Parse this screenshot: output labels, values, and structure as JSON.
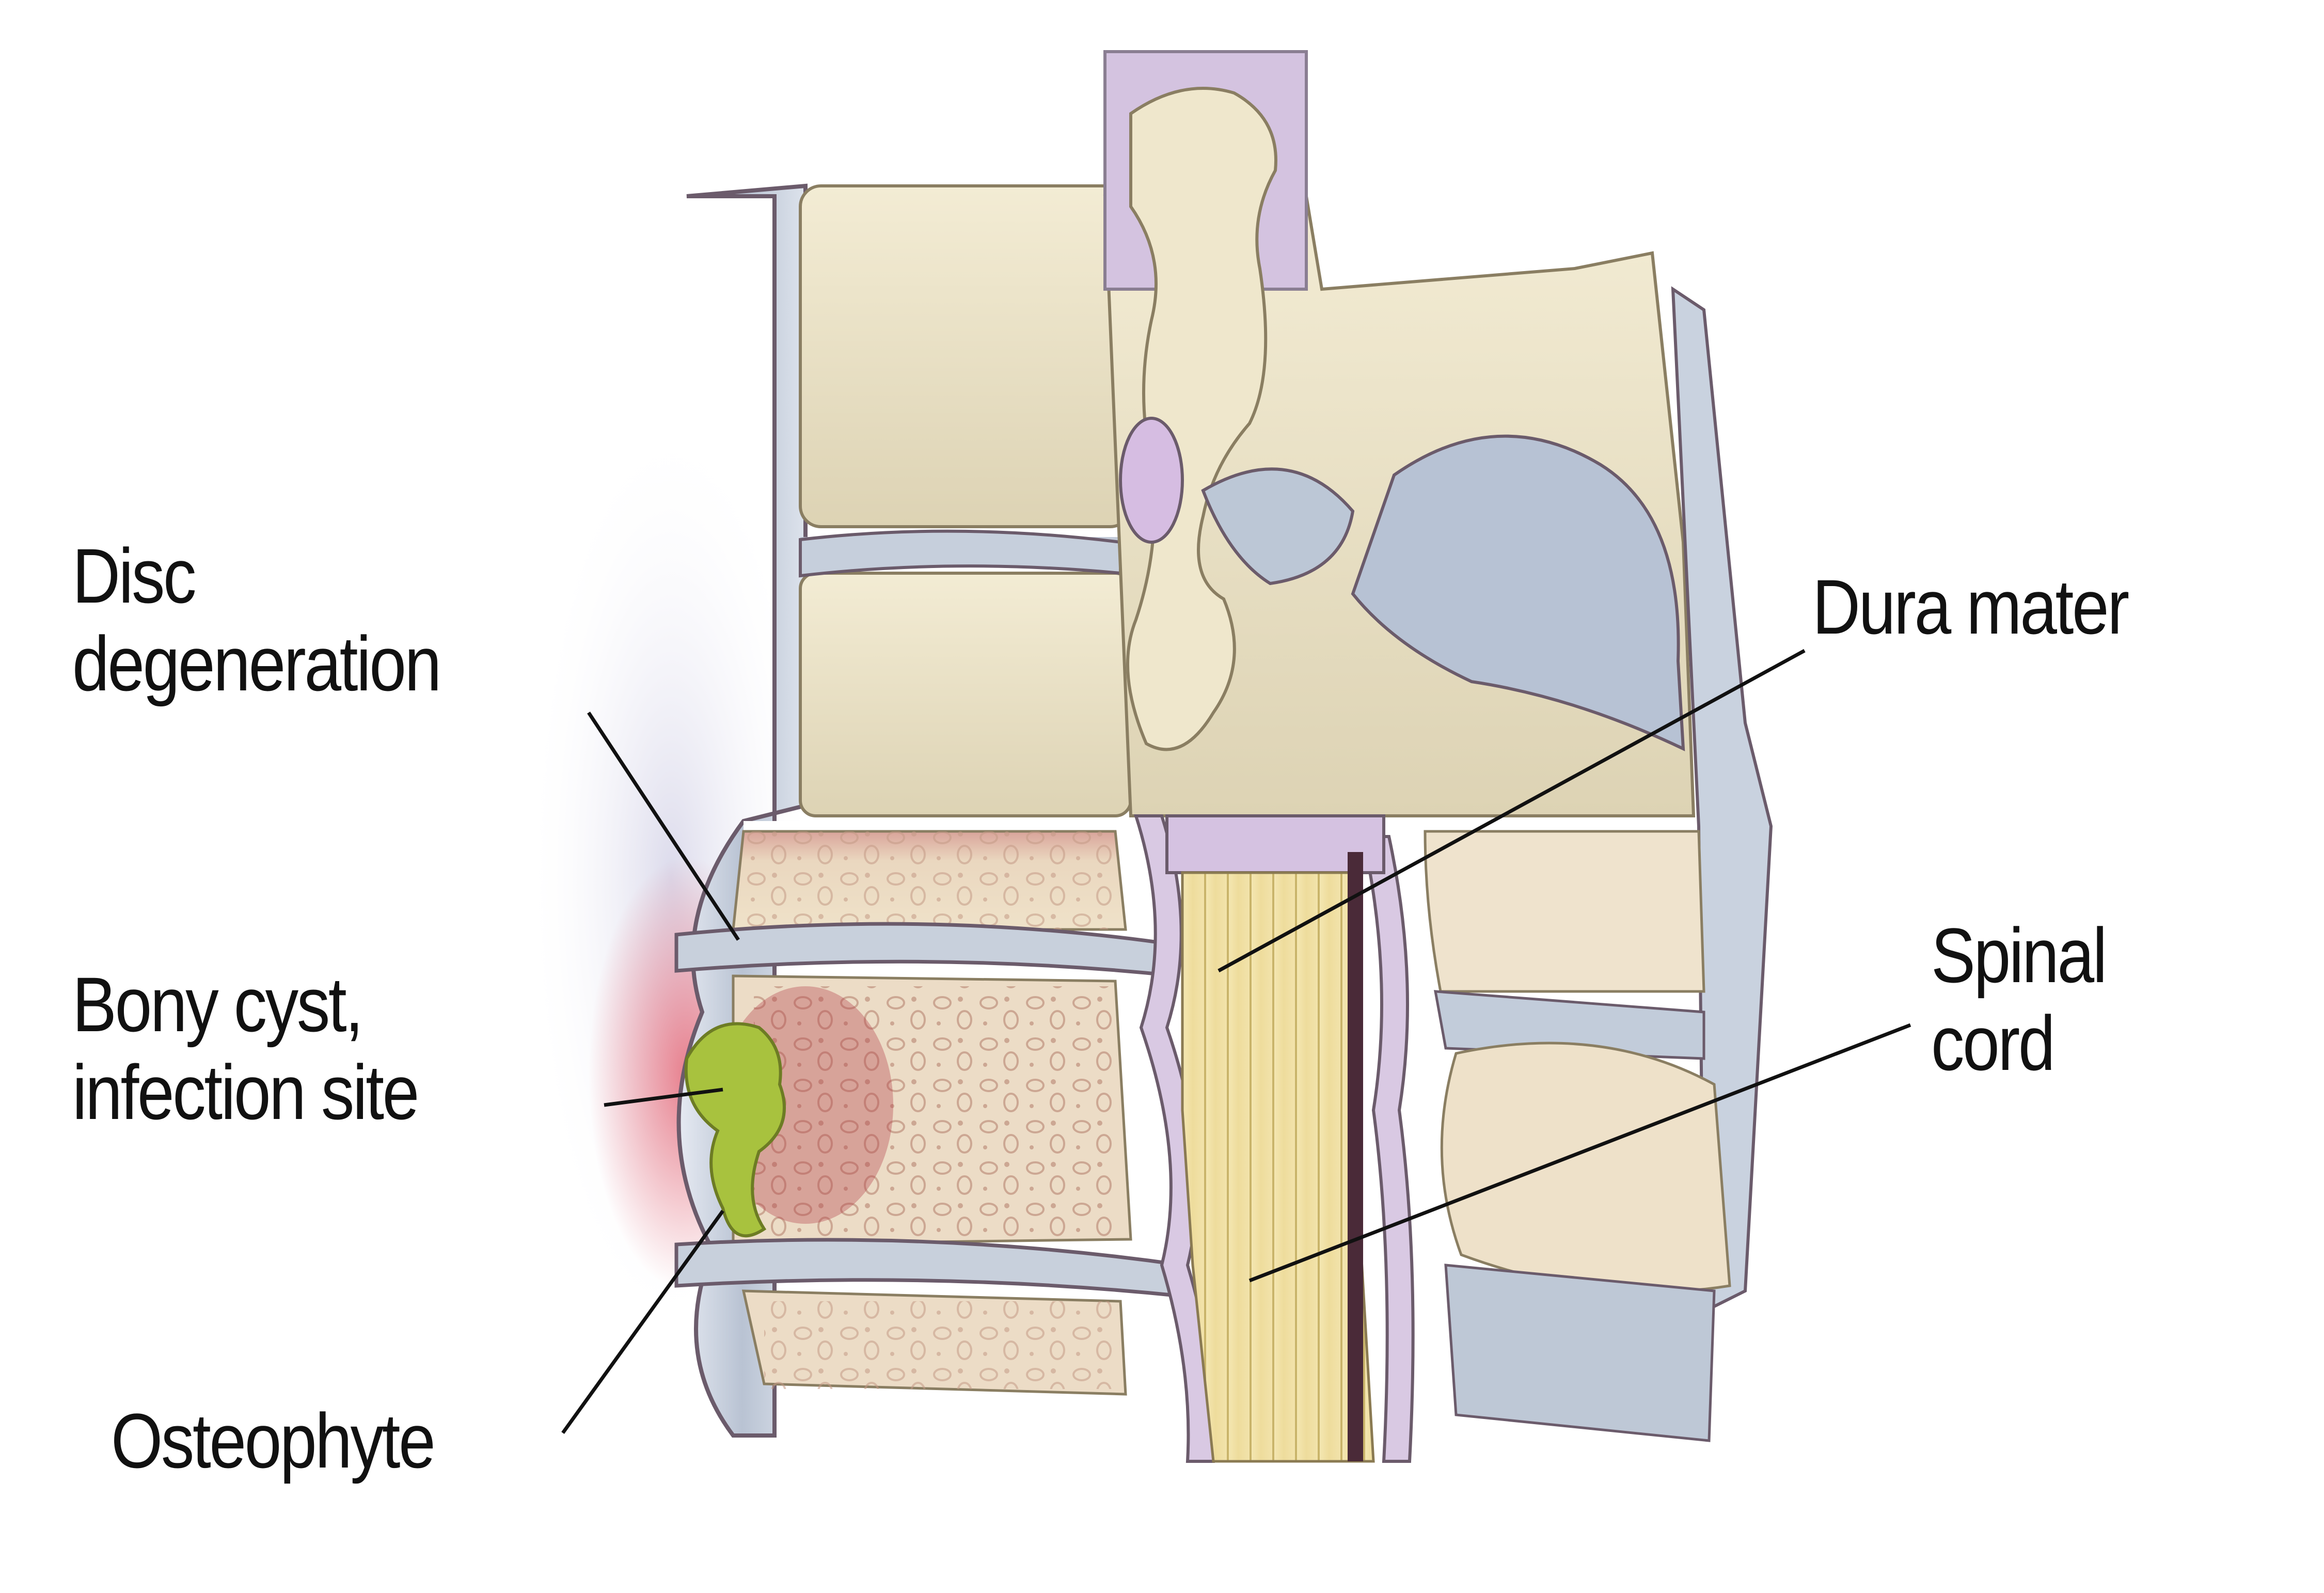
{
  "figure": {
    "subject": "Lumbar spine cross-section illustration",
    "colors": {
      "background": "#ffffff",
      "bone": "#ece4c8",
      "bone_shadow": "#c9bf9e",
      "cancellous_bone": "#e8cdb8",
      "disc": "#c9d2de",
      "ligament": "#c3cbd8",
      "dura": "#d9c9e3",
      "spinal_cord": "#efe0a6",
      "cyst": "#a6bf3c",
      "inflammation": "#e46a78",
      "outline": "#5a4a55",
      "label_text": "#111111",
      "leader_line": "#111111"
    }
  },
  "labels": {
    "disc_degeneration": {
      "lines": [
        "Disc",
        "degeneration"
      ]
    },
    "bony_cyst": {
      "lines": [
        "Bony cyst,",
        "infection site"
      ]
    },
    "osteophyte": {
      "lines": [
        "Osteophyte"
      ]
    },
    "dura_mater": {
      "lines": [
        "Dura mater"
      ]
    },
    "spinal_cord": {
      "lines": [
        "Spinal",
        "cord"
      ]
    }
  }
}
